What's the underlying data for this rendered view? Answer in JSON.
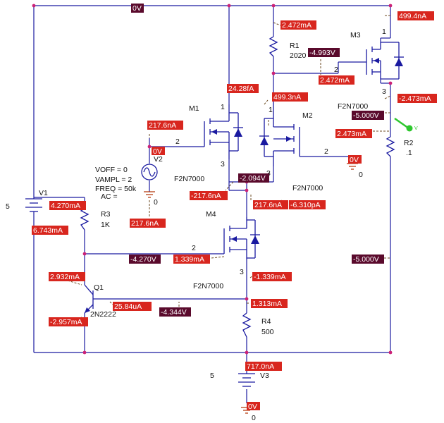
{
  "components": {
    "v1": {
      "name": "V1",
      "value": "5"
    },
    "v2": {
      "name": "V2",
      "voff": "VOFF = 0",
      "vampl": "VAMPL = 2",
      "freq": "FREQ = 50k",
      "ac": "AC ="
    },
    "v3": {
      "name": "V3",
      "value": "5"
    },
    "r1": {
      "name": "R1",
      "value": "2020"
    },
    "r2": {
      "name": "R2",
      "value": ".1"
    },
    "r3": {
      "name": "R3",
      "value": "1K"
    },
    "r4": {
      "name": "R4",
      "value": "500"
    },
    "q1": {
      "name": "Q1",
      "model": "2N2222"
    },
    "m1": {
      "name": "M1",
      "model": "F2N7000"
    },
    "m2": {
      "name": "M2",
      "model": "F2N7000"
    },
    "m3": {
      "name": "M3",
      "model": "F2N7000"
    },
    "m4": {
      "name": "M4",
      "model": "F2N7000"
    }
  },
  "pins": {
    "m1_drain": "1",
    "m1_gate": "2",
    "m1_source": "3",
    "m2_drain": "1",
    "m2_gate": "2",
    "m2_source": "3",
    "m3_drain": "1",
    "m3_gate": "2",
    "m3_source": "3",
    "m4_gate": "2",
    "m4_source": "3"
  },
  "grounds": {
    "v2": "0",
    "m2": "0",
    "v3": "0"
  },
  "voltage_markers": {
    "top_rail": "0V",
    "m2_gate": "0V",
    "v2_out": "0V",
    "r1_bottom": "-4.993V",
    "m3_source": "-5.000V",
    "node_m1_source": "-2.094V",
    "m4_gate": "-4.270V",
    "right_node": "-5.000V",
    "q1_base": "-4.344V",
    "v3_bottom": "0V"
  },
  "current_markers": {
    "r1_top": "2.472mA",
    "m3_drain": "499.4nA",
    "m3_gate": "2.472mA",
    "m1_drain": "24.28fA",
    "m2_drain": "499.3nA",
    "m3_source": "-2.473mA",
    "r2_top": "2.473mA",
    "v2_top": "217.6nA",
    "m1_source": "-217.6nA",
    "m2_source": "217.6nA",
    "m2_bulk": "-6.310pA",
    "v2_bottom": "217.6nA",
    "v1_plus": "4.270mA",
    "v1_minus": "6.743mA",
    "m4_gate": "1.339mA",
    "q1_collector": "2.932mA",
    "m4_source": "-1.339mA",
    "q1_base": "25.84uA",
    "r4_top": "1.313mA",
    "q1_emitter": "-2.957mA",
    "v3_top": "717.0nA"
  },
  "colors": {
    "current_tag": "#d8261e",
    "voltage_tag": "#5a0a2c",
    "wire": "#1a1aa0",
    "ground": "#b03000",
    "node_dot": "#cc2277"
  },
  "icons": [
    "dc-source-symbol",
    "sine-source-symbol",
    "ground-symbol",
    "nmos-symbol",
    "npn-symbol",
    "resistor-symbol",
    "probe-cursor-icon"
  ]
}
